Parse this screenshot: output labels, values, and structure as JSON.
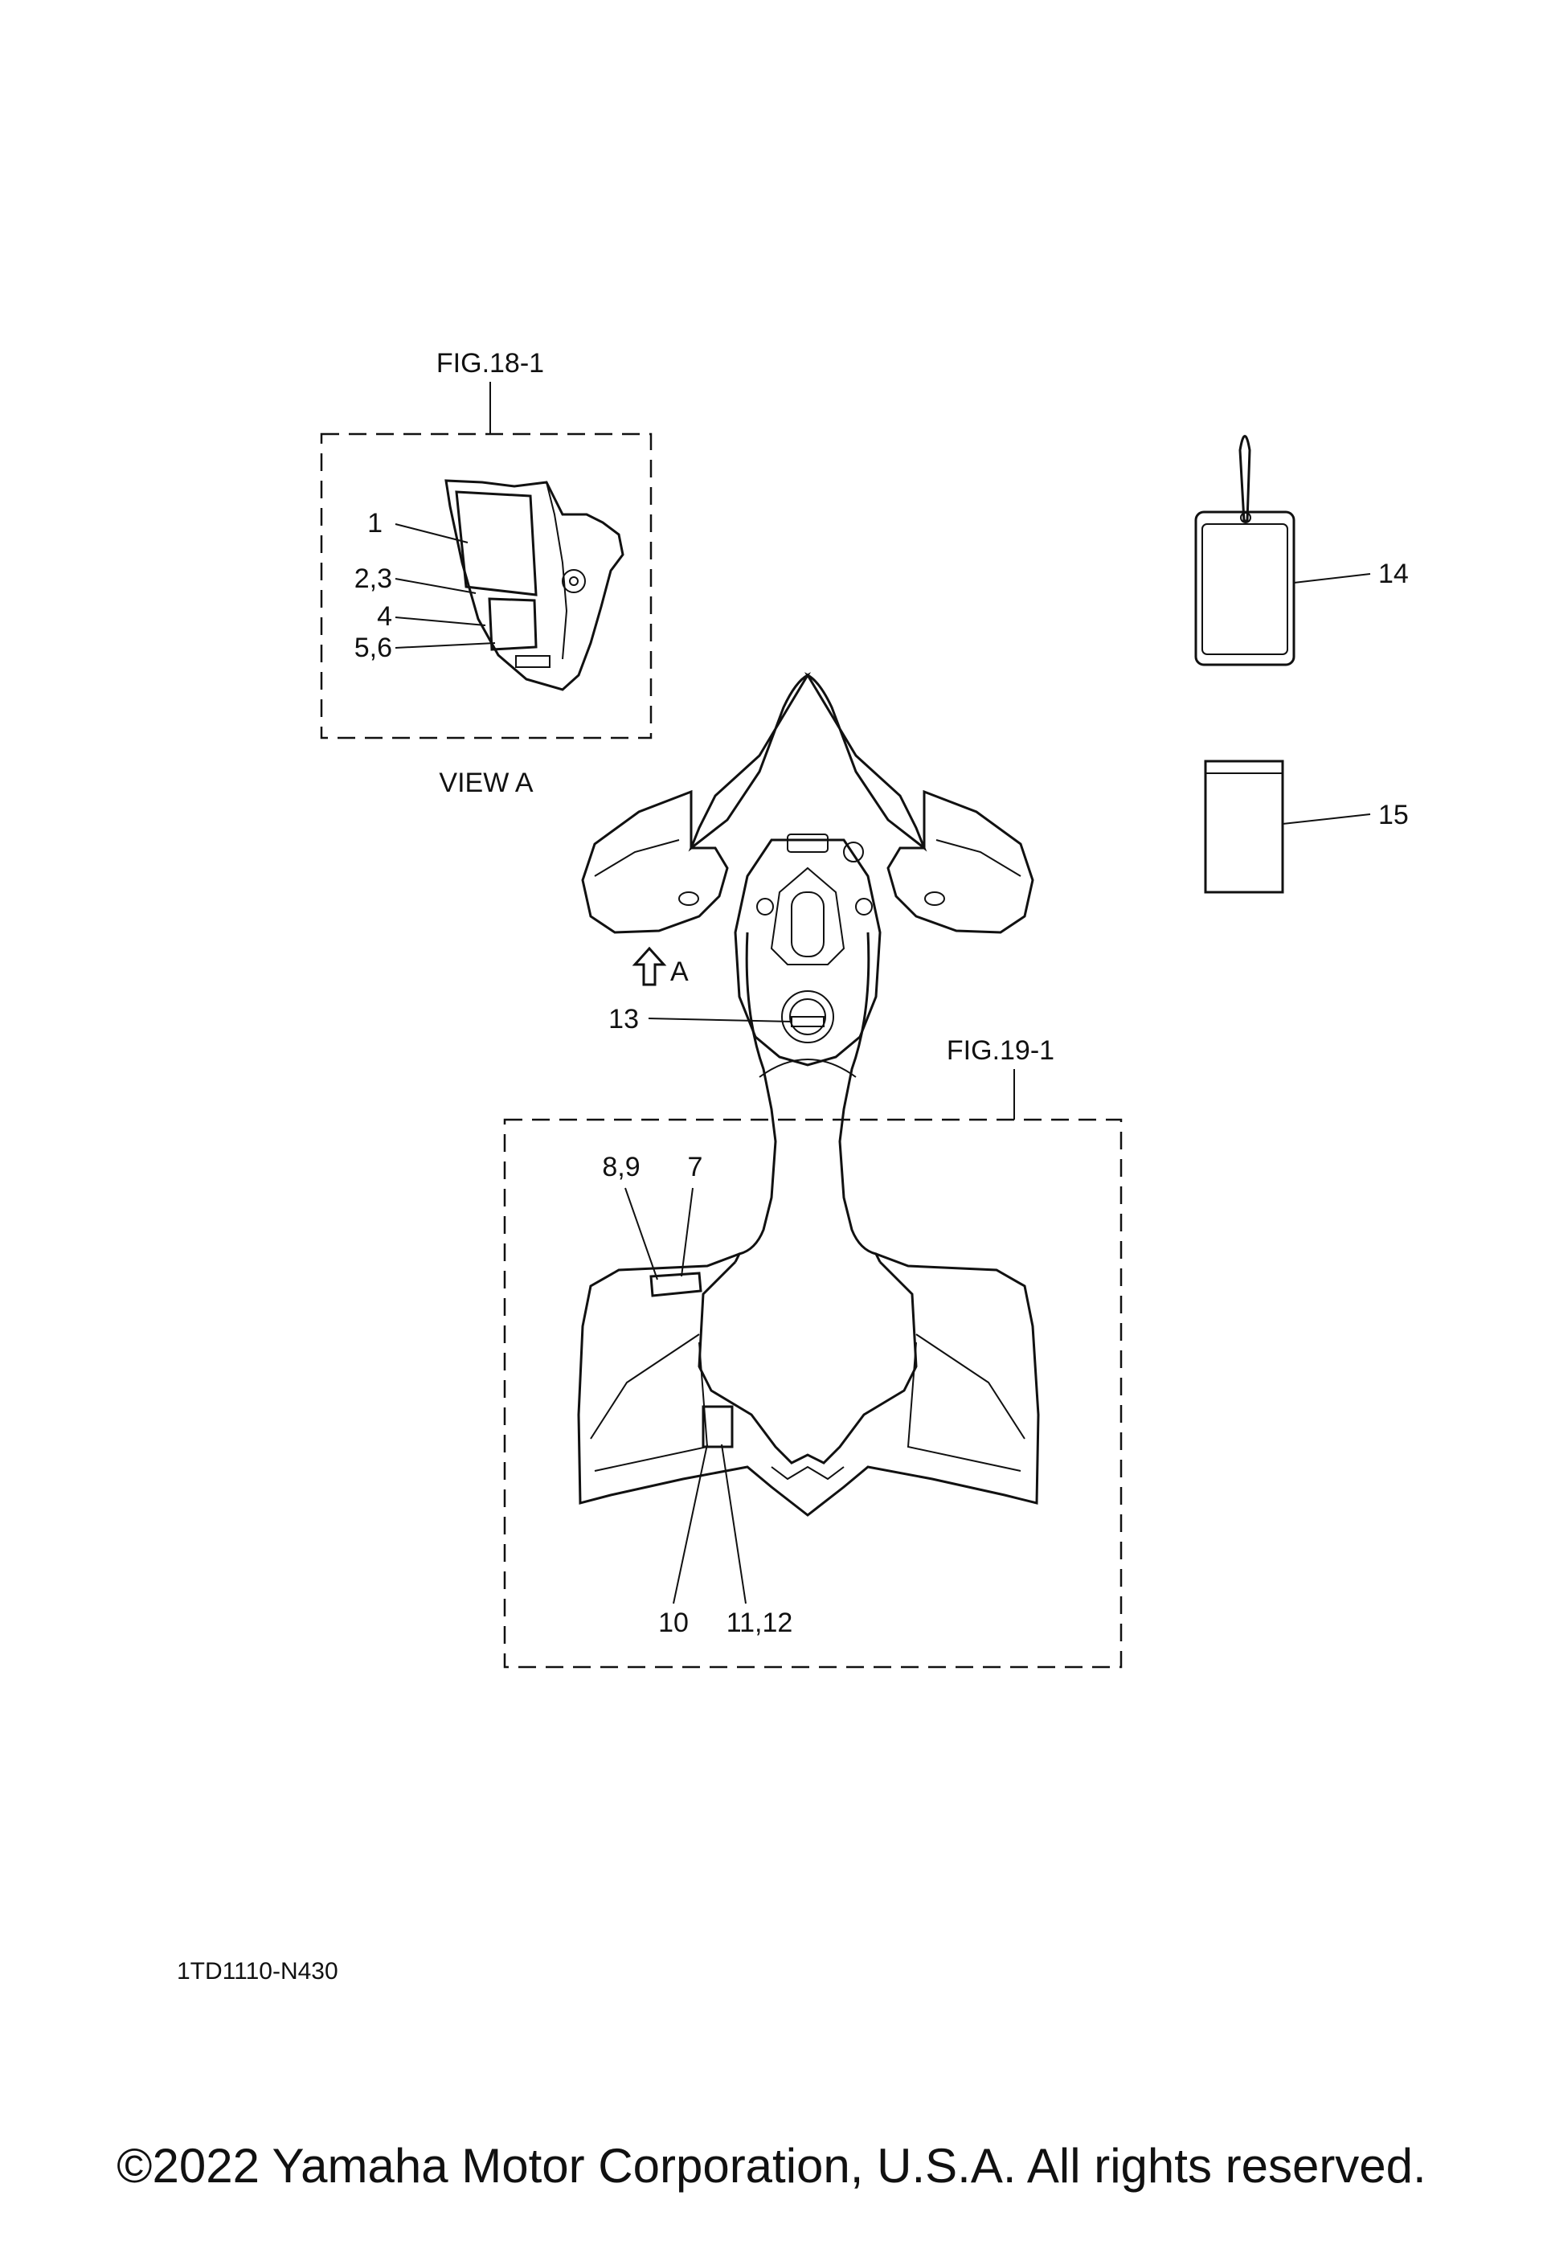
{
  "figures": {
    "fig18": "FIG.18-1",
    "fig19": "FIG.19-1",
    "view_a": "VIEW A",
    "view_arrow": "A"
  },
  "callouts": {
    "c1": "1",
    "c2_3": "2,3",
    "c4": "4",
    "c5_6": "5,6",
    "c7": "7",
    "c8_9": "8,9",
    "c10": "10",
    "c11_12": "11,12",
    "c13": "13",
    "c14": "14",
    "c15": "15"
  },
  "part_code": "1TD1110-N430",
  "copyright": "©2022 Yamaha Motor Corporation, U.S.A. All rights reserved."
}
